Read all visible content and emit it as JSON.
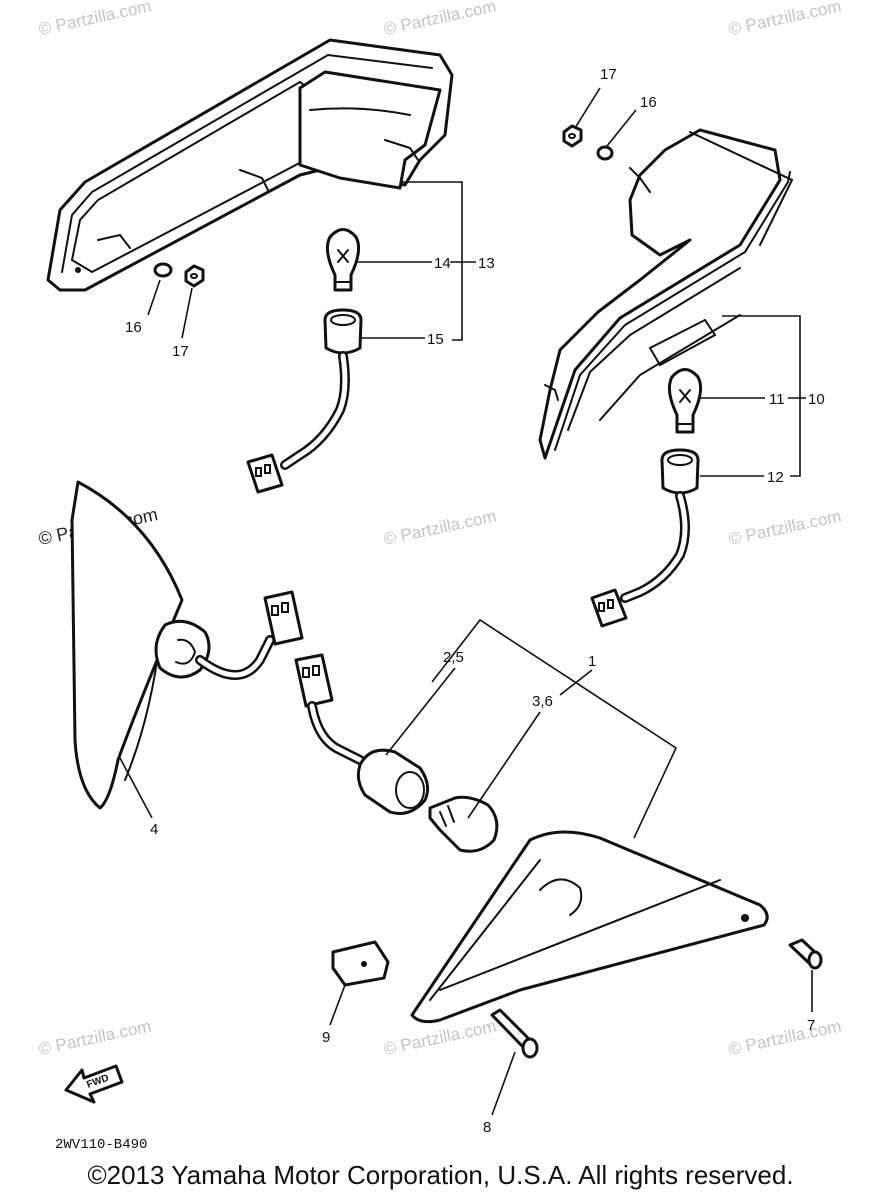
{
  "callouts": {
    "c1": "1",
    "c2_5": "2,5",
    "c3_6": "3,6",
    "c4": "4",
    "c7": "7",
    "c8": "8",
    "c9": "9",
    "c10": "10",
    "c11": "11",
    "c12": "12",
    "c13": "13",
    "c14": "14",
    "c15": "15",
    "c16_left": "16",
    "c16_right": "16",
    "c17_left": "17",
    "c17_right": "17"
  },
  "watermarks": {
    "wm_top_left": "© Partzilla.com",
    "wm_top_mid": "© Partzilla.com",
    "wm_top_right": "© Partzilla.com",
    "wm_mid_left": "© Partzilla.com",
    "wm_mid_mid": "© Partzilla.com",
    "wm_mid_right": "© Partzilla.com",
    "wm_low_left": "© Partzilla.com",
    "wm_low_mid": "© Partzilla.com",
    "wm_low_right": "© Partzilla.com"
  },
  "find_label": "FWD",
  "diagram_code": "2WV110-B490",
  "copyright": "©2013 Yamaha Motor Corporation, U.S.A. All rights reserved.",
  "colors": {
    "line": "#111111",
    "watermark": "#c4c4c4",
    "background": "#ffffff"
  }
}
